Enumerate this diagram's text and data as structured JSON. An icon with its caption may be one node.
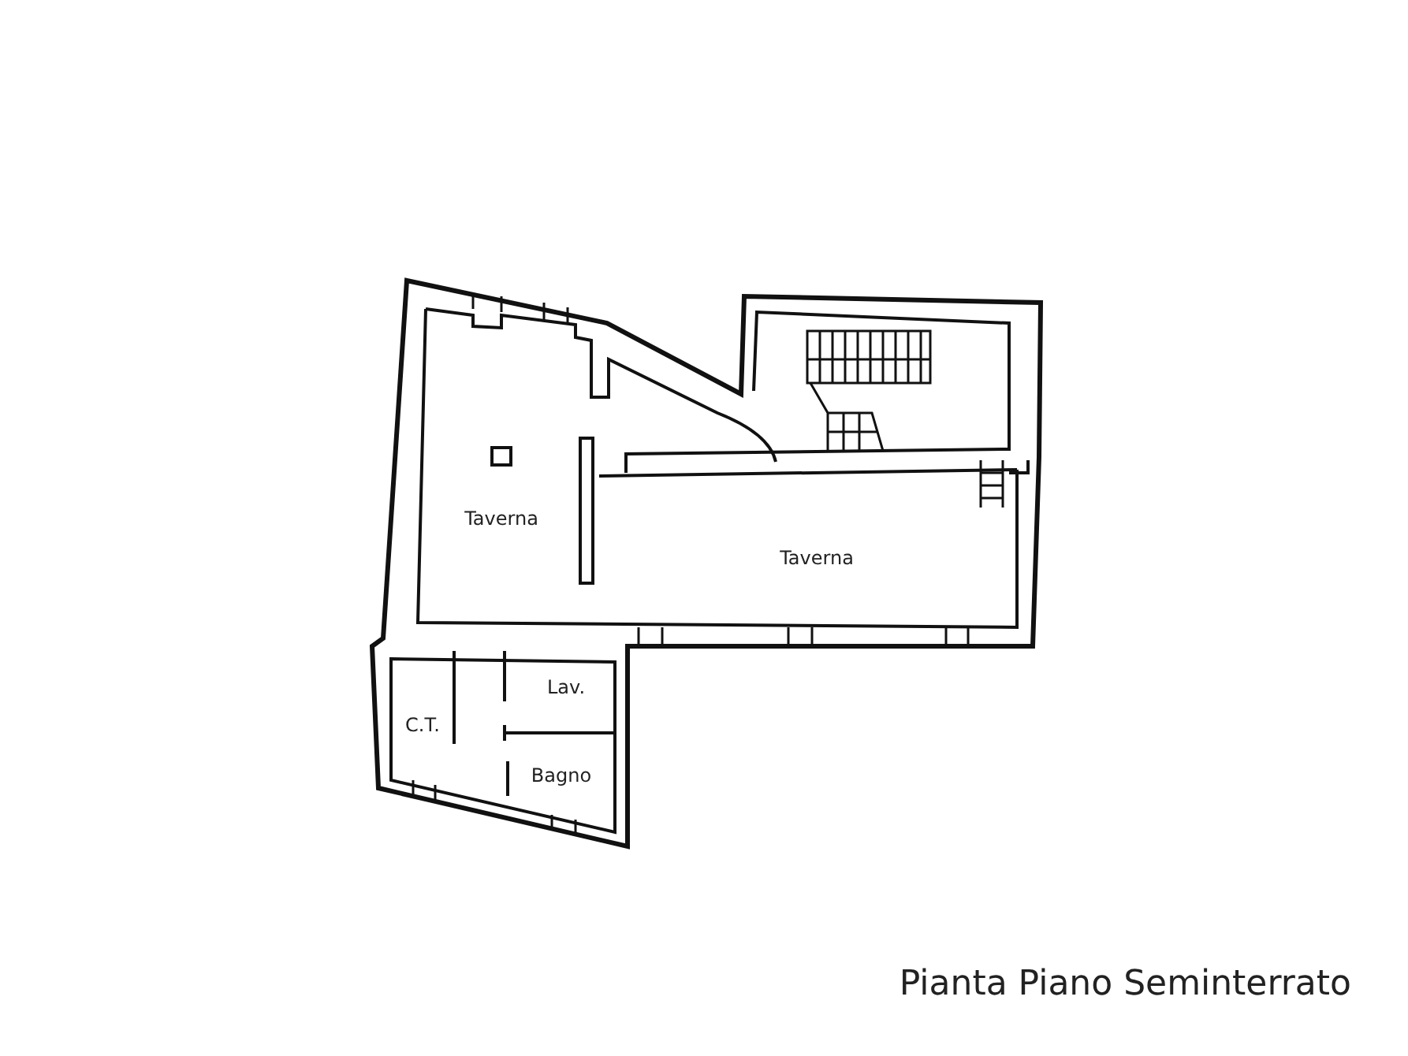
{
  "diagram": {
    "caption": "Pianta Piano Seminterrato",
    "labels": [
      "Taverna",
      "Taverna",
      "Lav.",
      "C.T.",
      "Bagno"
    ]
  }
}
